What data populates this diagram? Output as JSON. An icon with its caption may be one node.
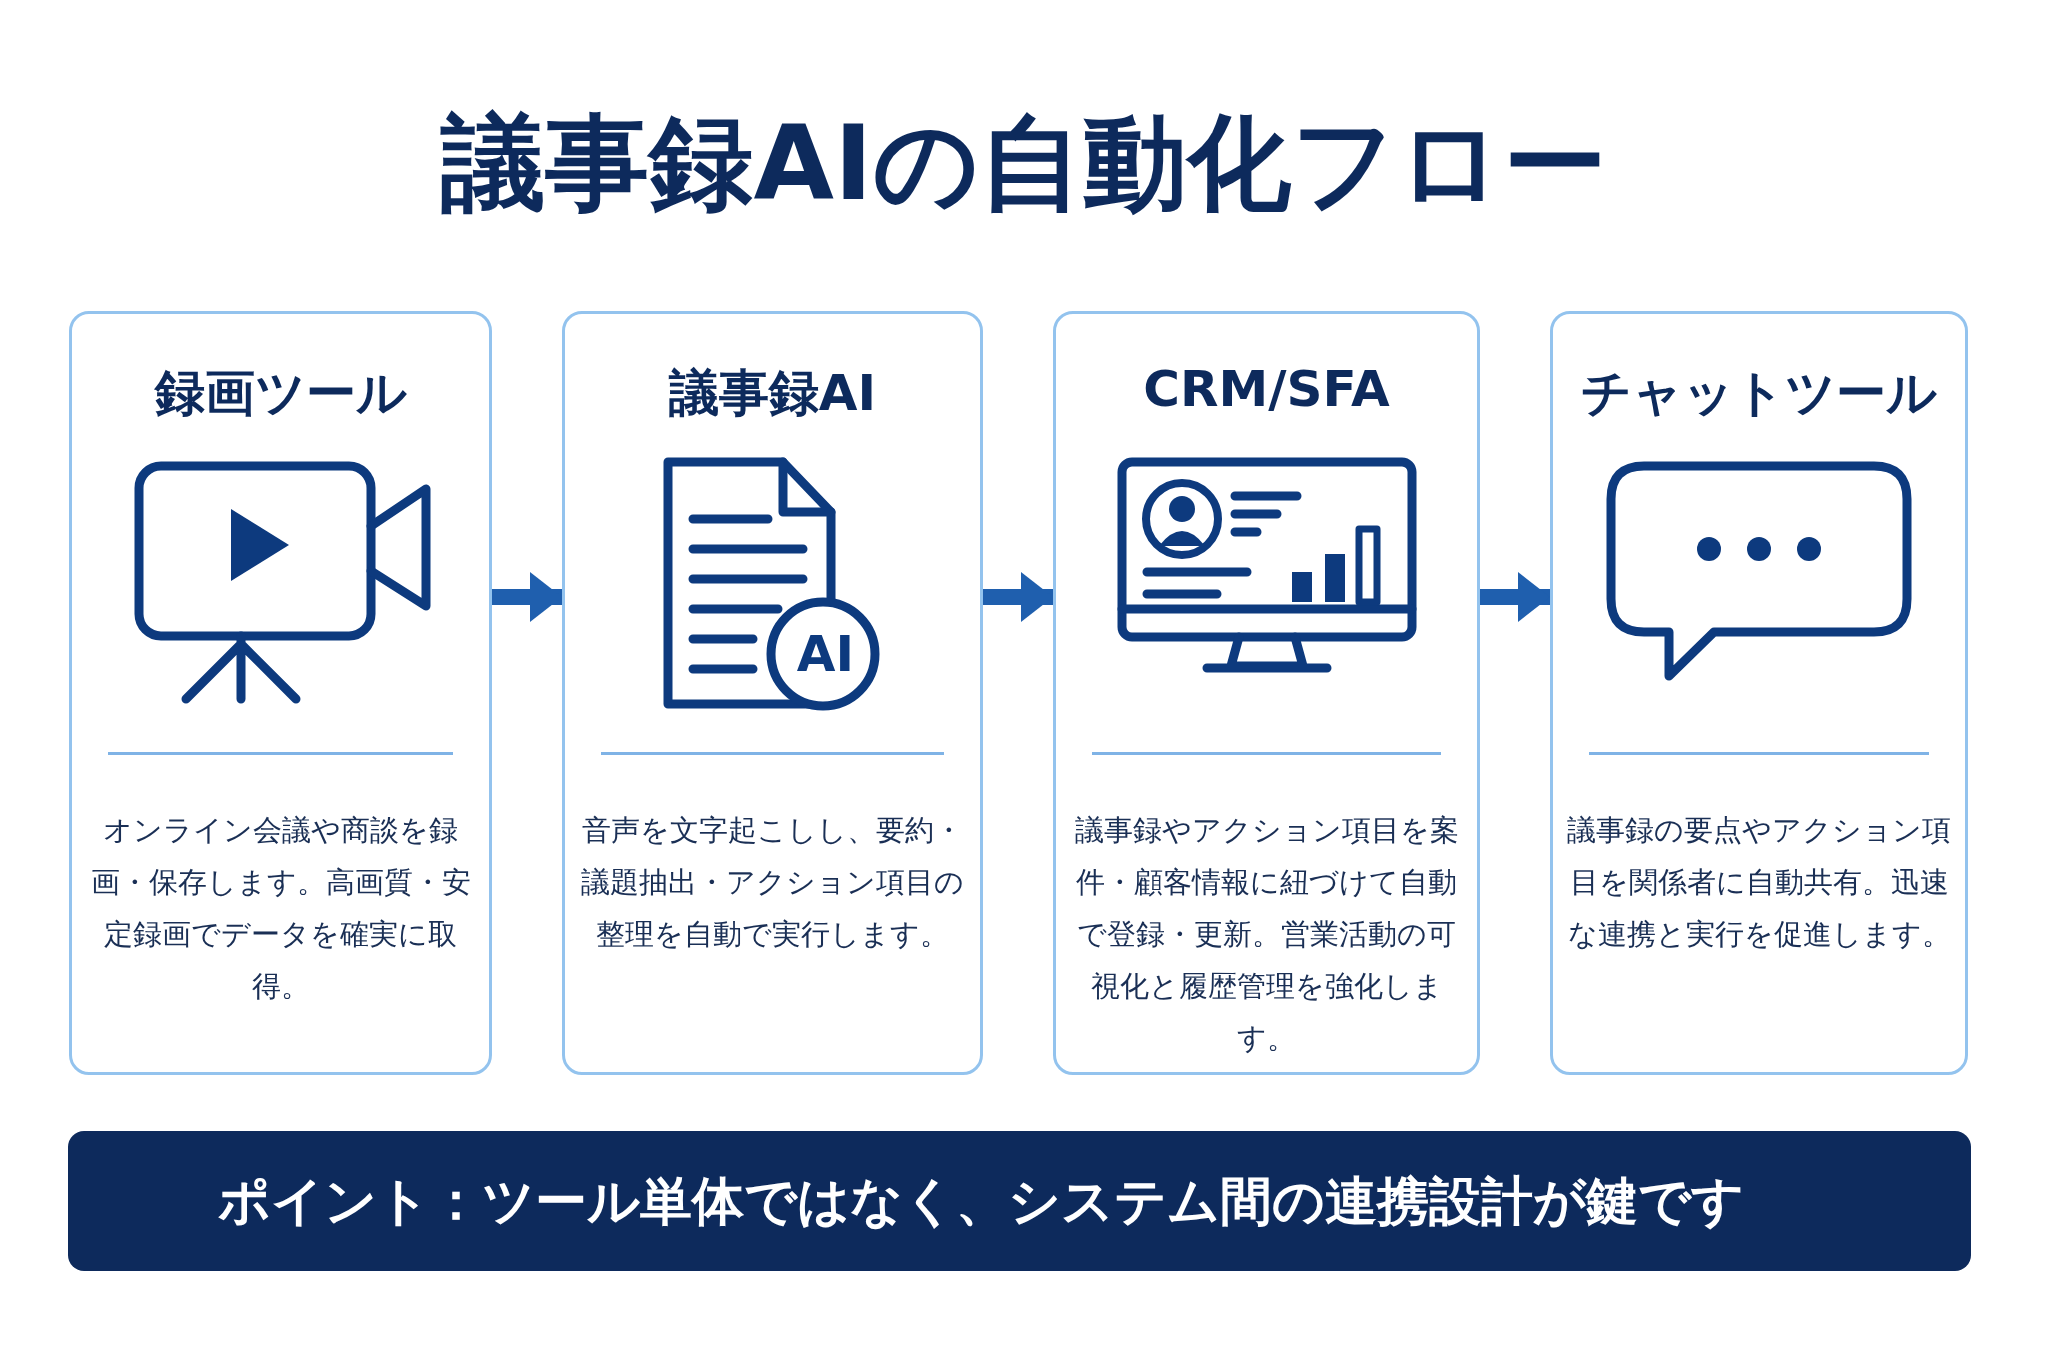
{
  "diagram": {
    "title": "議事録AIの自動化フロー",
    "nodes": [
      {
        "text": [
          "録画ツール",
          "オンライン会議や商談を録画・保存します。高画質・安定録画でデータを確実に取得。"
        ]
      },
      {
        "text": [
          "議事録AI",
          "音声を文字起こしし、要約・議題抽出・アクション項目の整理を自動で実行します。"
        ]
      },
      {
        "text": [
          "CRM/SFA",
          "議事録やアクション項目を案件・顧客情報に紐づけて自動で登録・更新。営業活動の可視化と履歴管理を強化します。"
        ]
      },
      {
        "text": [
          "チャットツール",
          "議事録の要点やアクション項目を関係者に自動共有。迅速な連携と実行を促進します。"
        ]
      },
      {
        "text": [
          "ポイント：ツール単体ではなく、システム間の連携設計が鍵です"
        ]
      }
    ],
    "edges": [
      {
        "from": 0,
        "to": 1,
        "arrow": "to"
      },
      {
        "from": 1,
        "to": 2,
        "arrow": "to"
      },
      {
        "from": 2,
        "to": 3,
        "arrow": "to"
      }
    ],
    "labels": [
      "AI"
    ]
  }
}
